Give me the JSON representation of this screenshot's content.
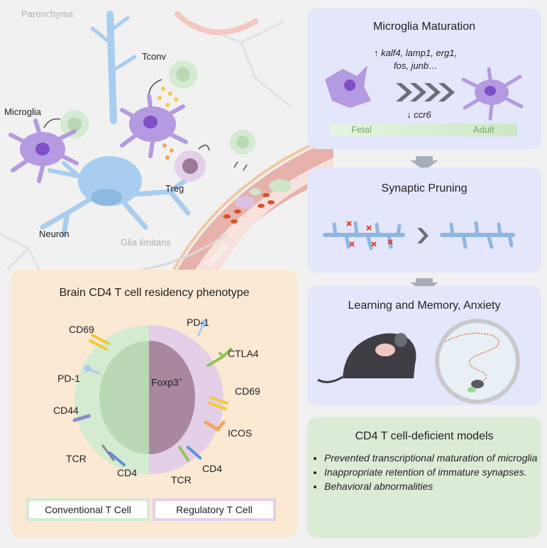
{
  "left_scene": {
    "parenchyma": "Parenchyma",
    "tconv": "Tconv",
    "microglia": "Microglia",
    "treg": "Treg",
    "neuron": "Neuron",
    "glia_limitans": "Glia limitans",
    "vessel": "Vessel"
  },
  "residency": {
    "title": "Brain CD4 T cell residency phenotype",
    "markers": {
      "cd69_left": "CD69",
      "pd1_left": "PD-1",
      "cd44": "CD44",
      "tcr_left": "TCR",
      "cd4_left": "CD4",
      "pd1_right": "PD-1",
      "ctla4": "CTLA4",
      "cd69_right": "CD69",
      "icos": "ICOS",
      "cd4_right": "CD4",
      "tcr_right": "TCR"
    },
    "foxp3": "Foxp3",
    "foxp3_sup": "+",
    "legend": {
      "conventional": "Conventional T Cell",
      "regulatory": "Regulatory T Cell"
    }
  },
  "maturation": {
    "title": "Microglia Maturation",
    "up_genes_1": "↑ kalf4, lamp1, erg1,",
    "up_genes_2": "fos, junb…",
    "down_genes": "↓ ccr6",
    "fetal": "Fetal",
    "adult": "Adult"
  },
  "pruning": {
    "title": "Synaptic Pruning"
  },
  "learning": {
    "title": "Learning and Memory, Anxiety"
  },
  "deficient": {
    "title": "CD4 T cell-deficient  models",
    "bullets": [
      "Prevented transcriptional maturation of microglia",
      "Inappropriate retention of immature synapses.",
      "Behavioral abnormalities"
    ]
  },
  "colors": {
    "microglia": "#b49ae0",
    "neuron": "#a9cdee",
    "tconv_cell": "#d4ebd2",
    "treg_cell": "#e3cfe8",
    "vessel": "#e09a92",
    "residency_bg": "#fbe9d3",
    "right_panel_bg": "#e4e6fb",
    "deficient_bg": "#dcebd6",
    "arrow": "#a7adb8"
  }
}
